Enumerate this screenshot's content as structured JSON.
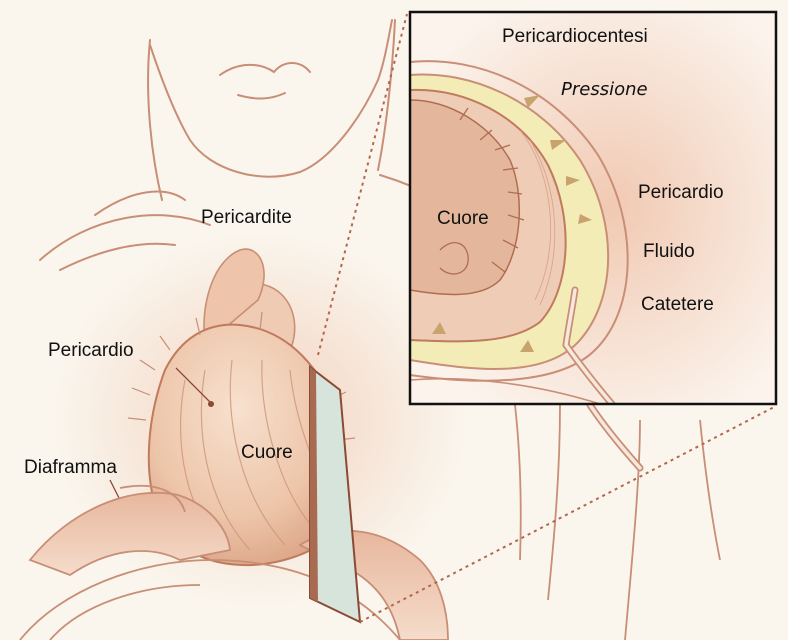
{
  "labels": {
    "pericardite": "Pericardite",
    "pericardio_main": "Pericardio",
    "cuore_main": "Cuore",
    "diaframma": "Diaframma",
    "inset_title": "Pericardiocentesi",
    "pressione": "Pressione",
    "cuore_inset": "Cuore",
    "pericardio_inset": "Pericardio",
    "fluido": "Fluido",
    "catetere": "Catetere"
  },
  "colors": {
    "background": "#faf6ee",
    "skin_line": "#c98e76",
    "heart_fill": "#edc6ab",
    "fluid": "#f3ecb7",
    "needle_panel": "#d7e4dc",
    "inset_border": "#111111",
    "dotted_line": "#b5664a",
    "arrow": "#c9a36e"
  }
}
